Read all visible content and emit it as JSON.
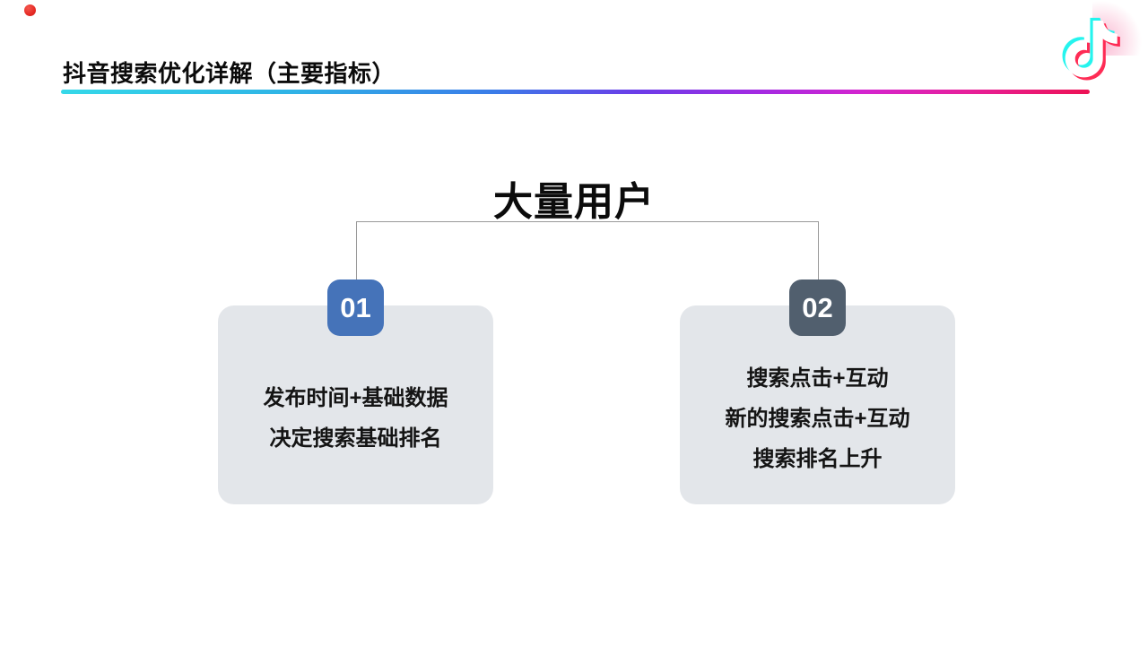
{
  "slide": {
    "title": "抖音搜索优化详解（主要指标）",
    "heading": "大量用户",
    "logo": "tiktok-logo",
    "colors": {
      "underline_gradient_start": "#35d8e8",
      "underline_gradient_mid": "#6b3ce8",
      "underline_gradient_end": "#ed1254",
      "badge_1": "#4573b9",
      "badge_2": "#515f6e",
      "card_background": "#e3e6ea",
      "connector_line": "#999999",
      "record_dot": "#e62a24",
      "logo_cyan": "#25f4ee",
      "logo_red": "#fe2c55"
    },
    "cards": [
      {
        "badge": "01",
        "lines": [
          "发布时间+基础数据",
          "决定搜索基础排名"
        ]
      },
      {
        "badge": "02",
        "lines": [
          "搜索点击+互动",
          "新的搜索点击+互动",
          "搜索排名上升"
        ]
      }
    ]
  }
}
